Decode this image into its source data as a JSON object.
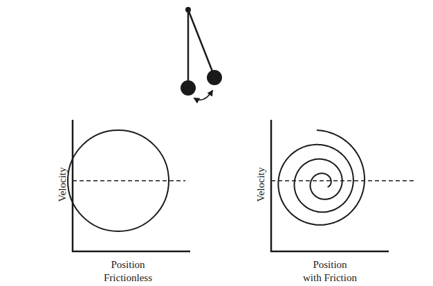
{
  "diagram": {
    "labels": [
      "Velocity",
      "Position",
      "Frictionless",
      "Velocity",
      "Position",
      "with Friction"
    ]
  }
}
